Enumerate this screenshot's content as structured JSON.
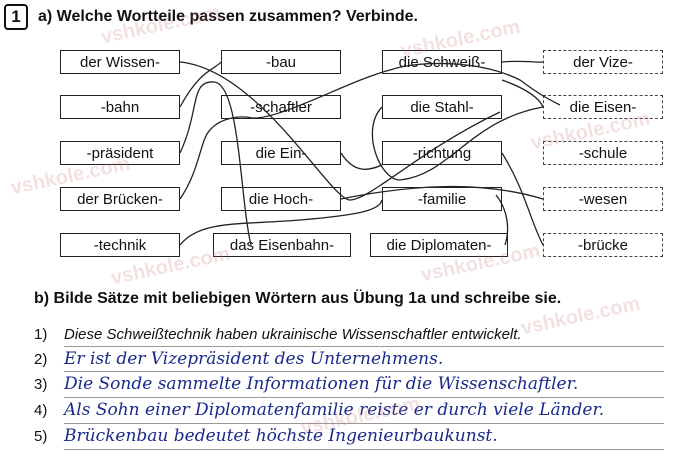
{
  "exercise": {
    "number": "1",
    "part_a": "a) Welche Wortteile passen zusammen? Verbinde.",
    "part_b": "b) Bilde Sätze mit beliebigen Wörtern aus Übung 1a und schreibe sie."
  },
  "cards": {
    "c1": [
      "der Wissen-",
      "-bahn",
      "-präsident",
      "der Brücken-",
      "-technik"
    ],
    "c2": [
      "-bau",
      "-schaftler",
      "die Ein-",
      "die Hoch-",
      "das Eisenbahn-"
    ],
    "c3": [
      "die Schweiß-",
      "die Stahl-",
      "-richtung",
      "-familie",
      "die Diplomaten-"
    ],
    "c4": [
      "der Vize-",
      "die Eisen-",
      "-schule",
      "-wesen",
      "-brücke"
    ]
  },
  "sentences": [
    {
      "num": "1)",
      "text": "Diese Schweißtechnik haben ukrainische Wissenschaftler entwickelt."
    },
    {
      "num": "2)",
      "text": "Er ist der Vizepräsident des Unternehmens."
    },
    {
      "num": "3)",
      "text": "Die Sonde sammelte Informationen für die Wissenschaftler."
    },
    {
      "num": "4)",
      "text": "Als Sohn einer Diplomatenfamilie reiste er durch viele Länder."
    },
    {
      "num": "5)",
      "text": "Brückenbau bedeutet höchste Ingenieurbaukunst."
    }
  ],
  "watermark": "vshkole.com"
}
